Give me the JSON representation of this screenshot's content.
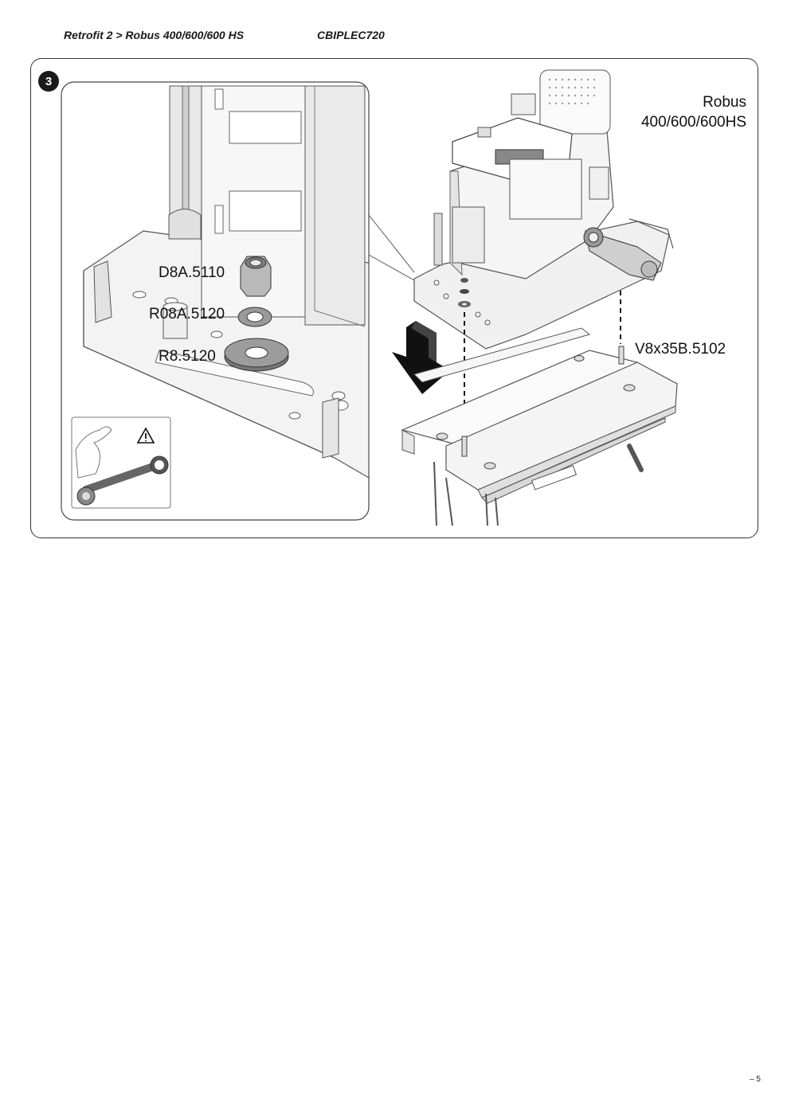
{
  "header": {
    "breadcrumb": "Retrofit 2 > Robus 400/600/600 HS",
    "doc_code": "CBIPLEC720"
  },
  "figure": {
    "step_number": "3",
    "product_name_line1": "Robus",
    "product_name_line2": "400/600/600HS",
    "parts": {
      "nut": "D8A.5110",
      "spring_washer": "R08A.5120",
      "flat_washer": "R8.5120",
      "stud_bolt": "V8x35B.5102"
    },
    "warning_icon": "warning-triangle-icon",
    "wrench_icon": "wrench-icon"
  },
  "footer": {
    "page_number": "– 5"
  }
}
